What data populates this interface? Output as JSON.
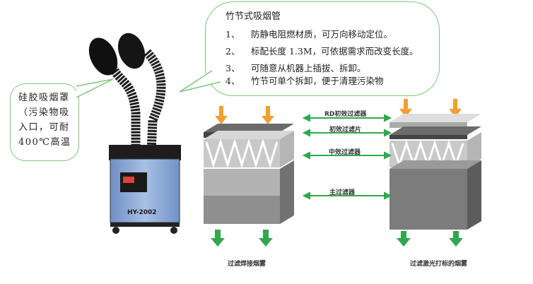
{
  "main_bubble": {
    "title": "竹节式吸烟管",
    "items": [
      {
        "num": "1、",
        "text": "防静电阻燃材质，可万向移动定位。"
      },
      {
        "num": "2、",
        "text": "标配长度 1.3M，可依据需求而改变长度。"
      },
      {
        "num": "3、",
        "text": "可随意从机器上插拔、拆卸。"
      },
      {
        "num": "4、",
        "text": "竹节可单个拆卸，便于清理污染物"
      }
    ]
  },
  "left_bubble": {
    "text": "硅胶吸烟罩（污染物吸入口，可耐400℃高温"
  },
  "machine": {
    "model_label": "HY-2002"
  },
  "filter_labels": [
    "RD初效过滤器",
    "初效过滤片",
    "中效过滤器",
    "主过滤器"
  ],
  "bottom_labels": [
    "过滤焊接烟雾",
    "过滤激光打标的烟雾"
  ],
  "colors": {
    "bubble_border": "#7dc77a",
    "arrow_green": "#2fa84f",
    "arrow_orange": "#f0a030",
    "machine_blue": "#8aa8d6"
  }
}
